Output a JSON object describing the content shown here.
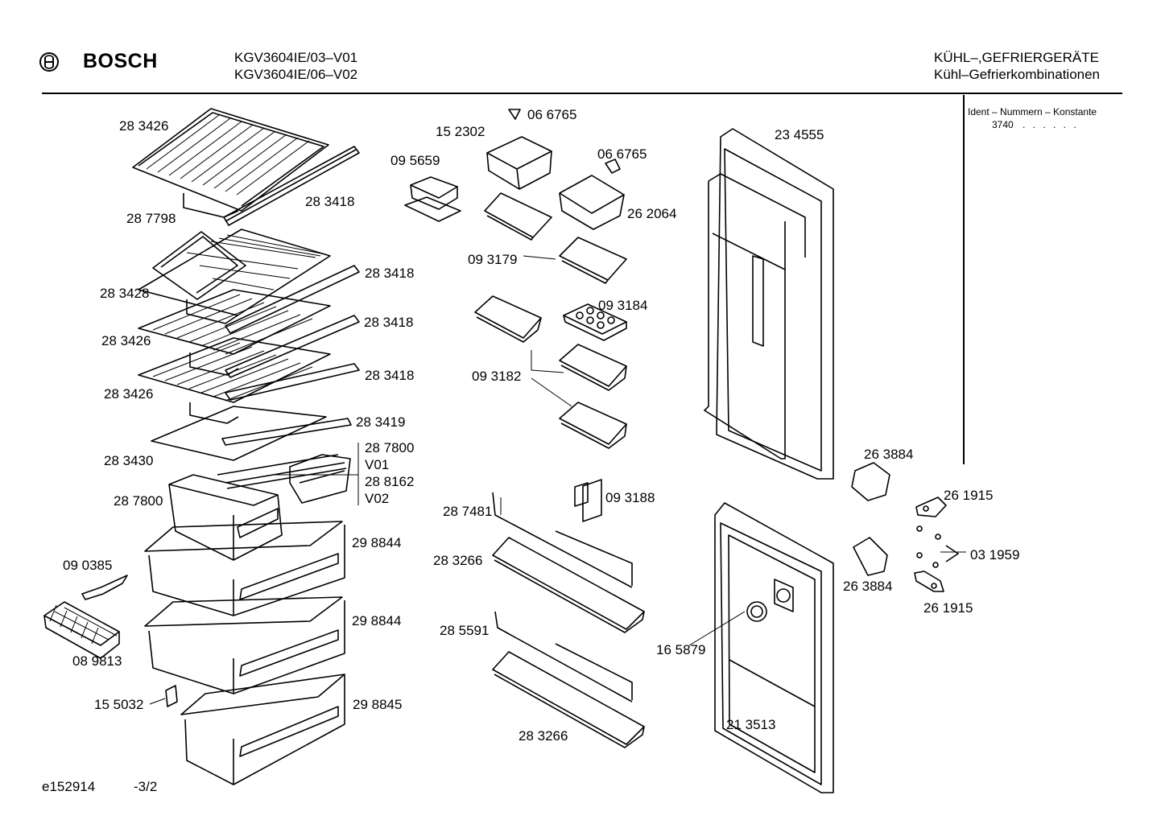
{
  "header": {
    "brand": "BOSCH",
    "model_line_1": "KGV3604IE/03–V01",
    "model_line_2": "KGV3604IE/06–V02",
    "category_line_1": "KÜHL–,GEFRIERGERÄTE",
    "category_line_2": "Kühl–Gefrierkombinationen"
  },
  "ident": {
    "label": "Ident – Nummern – Konstante",
    "value": "3740",
    "dots": ". . . . . ."
  },
  "footer": {
    "figure_id": "e152914",
    "page": "-3/2"
  },
  "parts": {
    "p_283426_top": "28 3426",
    "p_283418_a": "28 3418",
    "p_287798": "28 7798",
    "p_283418_b": "28 3418",
    "p_283428": "28 3428",
    "p_283418_c": "28 3418",
    "p_283426_mid": "28 3426",
    "p_283418_d": "28 3418",
    "p_283426_low": "28 3426",
    "p_283419": "28 3419",
    "p_287800_r": "28 7800",
    "v01": "V01",
    "p_288162": "28 8162",
    "v02": "V02",
    "p_283430": "28 3430",
    "p_287800_l": "28 7800",
    "p_298844_a": "29 8844",
    "p_090385": "09 0385",
    "p_298844_b": "29 8844",
    "p_089813": "08 9813",
    "p_155032": "15 5032",
    "p_298845": "29 8845",
    "p_066765_top": "06 6765",
    "p_152302": "15 2302",
    "p_095659": "09 5659",
    "p_066765_b": "06 6765",
    "p_262064": "26 2064",
    "p_093179": "09 3179",
    "p_093184": "09 3184",
    "p_093182": "09 3182",
    "p_093188": "09 3188",
    "p_287481": "28 7481",
    "p_283266_a": "28 3266",
    "p_285591": "28 5591",
    "p_283266_b": "28 3266",
    "p_234555": "23 4555",
    "p_263884_a": "26 3884",
    "p_261915_a": "26 1915",
    "p_031959": "03 1959",
    "p_263884_b": "26 3884",
    "p_261915_b": "26 1915",
    "p_165879": "16 5879",
    "p_213513": "21 3513"
  }
}
